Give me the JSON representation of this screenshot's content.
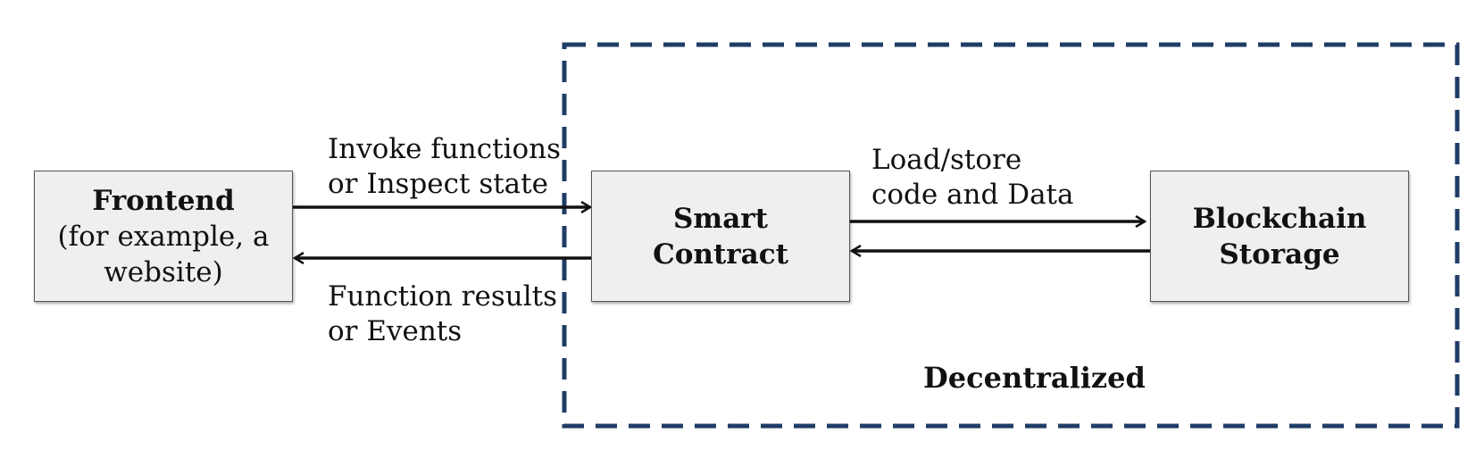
{
  "nodes": {
    "frontend": {
      "title": "Frontend",
      "line1": "(for example, a",
      "line2": "website)"
    },
    "smart_contract": {
      "line1": "Smart",
      "line2": "Contract"
    },
    "blockchain_storage": {
      "line1": "Blockchain",
      "line2": "Storage"
    }
  },
  "edges": {
    "invoke": {
      "line1": "Invoke functions",
      "line2": "or Inspect state"
    },
    "results": {
      "line1": "Function results",
      "line2": "or Events"
    },
    "load_store": {
      "line1": "Load/store",
      "line2": "code and Data"
    }
  },
  "region": {
    "label": "Decentralized",
    "border_color": "#1f3d66"
  },
  "colors": {
    "box_fill": "#efefef",
    "arrow": "#111111"
  }
}
